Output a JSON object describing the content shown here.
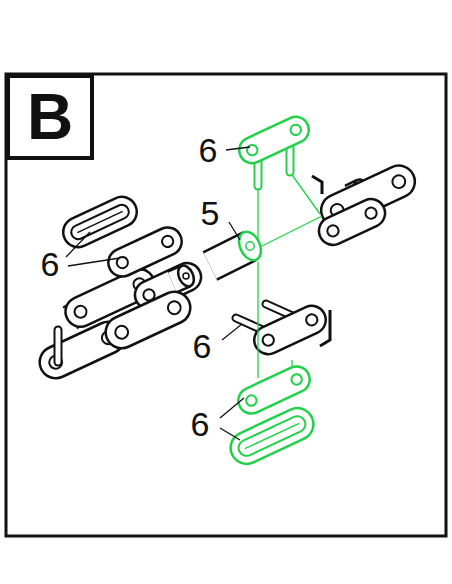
{
  "diagram": {
    "nodes": [
      {
        "text": [
          "B"
        ]
      }
    ],
    "labels": [
      "6",
      "5",
      "6",
      "6",
      "6"
    ]
  }
}
